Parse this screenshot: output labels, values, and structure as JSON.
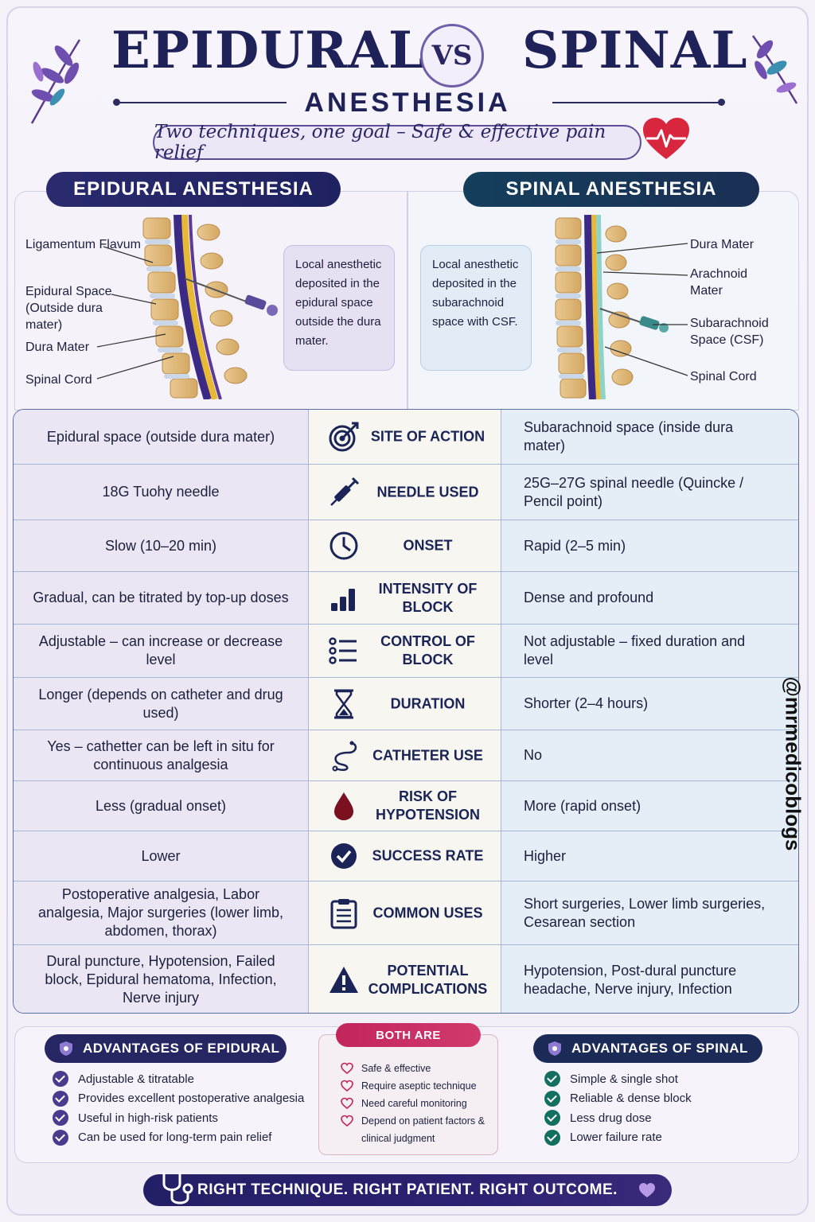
{
  "header": {
    "title_left": "EPIDURAL",
    "vs": "VS",
    "title_right": "SPINAL",
    "subtitle": "ANESTHESIA",
    "tagline": "Two techniques, one goal – Safe & effective pain relief"
  },
  "epidural_panel": {
    "heading": "EPIDURAL ANESTHESIA",
    "labels": [
      "Ligamentum Flavum",
      "Epidural Space (Outside dura mater)",
      "Dura Mater",
      "Spinal Cord"
    ],
    "info": "Local anesthetic deposited in the epidural space outside the dura mater."
  },
  "spinal_panel": {
    "heading": "SPINAL ANESTHESIA",
    "labels": [
      "Dura Mater",
      "Arachnoid Mater",
      "Subarachnoid Space (CSF)",
      "Spinal Cord"
    ],
    "info": "Local anesthetic deposited in the subarachnoid space with CSF."
  },
  "comparison": [
    {
      "criterion": "SITE OF ACTION",
      "icon": "target-icon",
      "epidural": "Epidural space (outside dura mater)",
      "spinal": "Subarachnoid space (inside dura mater)"
    },
    {
      "criterion": "NEEDLE USED",
      "icon": "syringe-icon",
      "epidural": "18G Tuohy needle",
      "spinal": "25G–27G spinal needle (Quincke / Pencil point)"
    },
    {
      "criterion": "ONSET",
      "icon": "clock-icon",
      "epidural": "Slow (10–20 min)",
      "spinal": "Rapid (2–5 min)"
    },
    {
      "criterion": "INTENSITY OF BLOCK",
      "icon": "bar-chart-icon",
      "epidural": "Gradual, can be titrated by top-up doses",
      "spinal": "Dense and profound"
    },
    {
      "criterion": "CONTROL OF BLOCK",
      "icon": "list-control-icon",
      "epidural": "Adjustable – can increase or decrease level",
      "spinal": "Not adjustable – fixed duration and level"
    },
    {
      "criterion": "DURATION",
      "icon": "hourglass-icon",
      "epidural": "Longer (depends on catheter and drug used)",
      "spinal": "Shorter (2–4 hours)"
    },
    {
      "criterion": "CATHETER USE",
      "icon": "catheter-icon",
      "epidural": "Yes – cathetter can be left in situ for continuous analgesia",
      "spinal": "No"
    },
    {
      "criterion": "RISK OF HYPOTENSION",
      "icon": "blood-drop-icon",
      "epidural": "Less (gradual onset)",
      "spinal": "More (rapid onset)"
    },
    {
      "criterion": "SUCCESS RATE",
      "icon": "check-circle-icon",
      "epidural": "Lower",
      "spinal": "Higher"
    },
    {
      "criterion": "COMMON USES",
      "icon": "clipboard-icon",
      "epidural": "Postoperative analgesia, Labor analgesia, Major surgeries (lower limb, abdomen, thorax)",
      "spinal": "Short surgeries, Lower limb surgeries, Cesarean section"
    },
    {
      "criterion": "POTENTIAL COMPLICATIONS",
      "icon": "warning-icon",
      "epidural": "Dural puncture, Hypotension, Failed block, Epidural hematoma, Infection, Nerve injury",
      "spinal": "Hypotension, Post-dural puncture headache, Nerve injury, Infection"
    }
  ],
  "watermark": "@mrmedicoblogs",
  "advantages_epidural": {
    "heading": "ADVANTAGES OF EPIDURAL",
    "items": [
      "Adjustable & titratable",
      "Provides excellent postoperative analgesia",
      "Useful in high-risk patients",
      "Can be used for long-term pain relief"
    ]
  },
  "both_are": {
    "heading": "BOTH ARE",
    "items": [
      "Safe & effective",
      "Require aseptic technique",
      "Need careful monitoring",
      "Depend on patient factors & clinical judgment"
    ]
  },
  "advantages_spinal": {
    "heading": "ADVANTAGES OF SPINAL",
    "items": [
      "Simple & single shot",
      "Reliable & dense block",
      "Less drug dose",
      "Lower failure rate"
    ]
  },
  "footer": "RIGHT TECHNIQUE. RIGHT PATIENT. RIGHT OUTCOME.",
  "colors": {
    "navy": "#1f2259",
    "purple": "#4b3b8f",
    "teal": "#13705f",
    "red": "#d7263d"
  }
}
